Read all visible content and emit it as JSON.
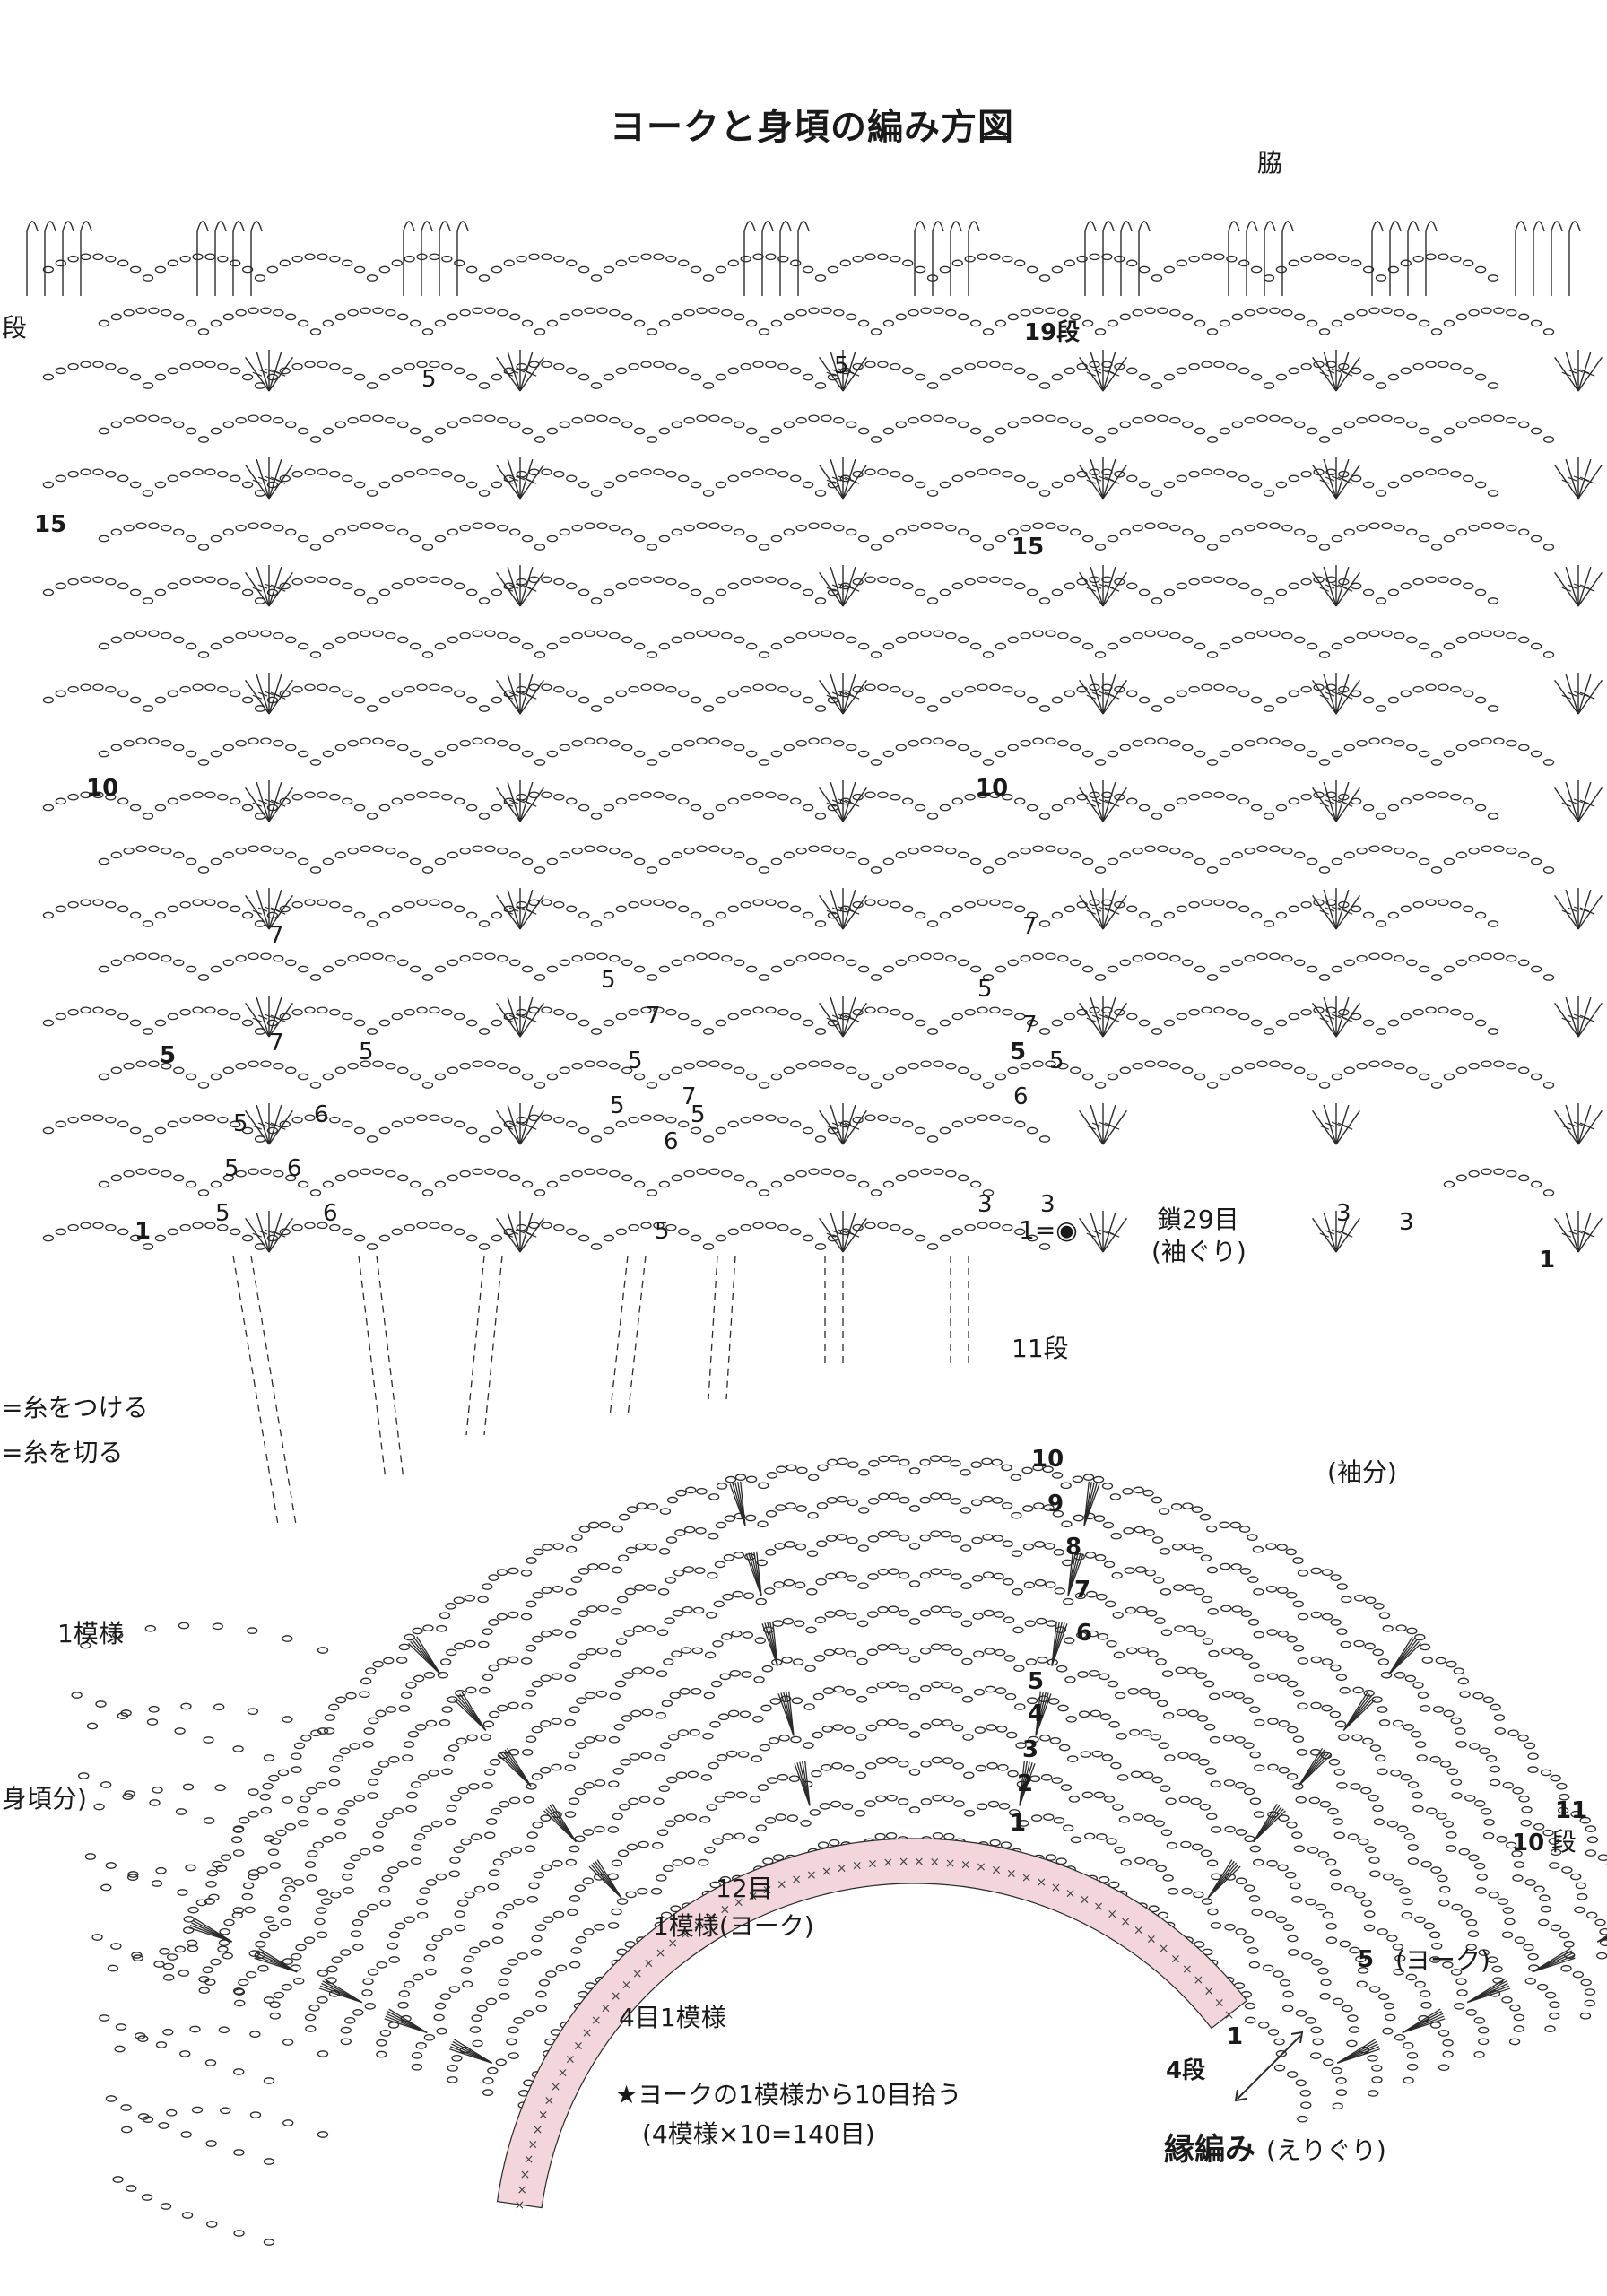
{
  "title": "ヨークと身頃の編み方図",
  "body": {
    "waki": "脇",
    "row_19": "19段",
    "row_15": "15",
    "row_10": "10",
    "row_5": "5",
    "row_1": "1",
    "row_1_right": "1",
    "row_marker_left": "段",
    "left_row_15": "15",
    "left_row_10": "10",
    "left_row_5": "5",
    "left_row_1": "1",
    "armhole_chain": "鎖29目",
    "armhole_name": "(袖ぐり)",
    "start_mark": "1=◉",
    "stitch_labels": [
      "5",
      "5",
      "7",
      "5",
      "7",
      "5",
      "5",
      "6",
      "5",
      "6",
      "5",
      "6",
      "7",
      "5",
      "7",
      "5",
      "5",
      "6",
      "5",
      "3",
      "3",
      "7",
      "5",
      "7",
      "5",
      "6",
      "3",
      "3"
    ]
  },
  "legend": {
    "attach_yarn": "=糸をつける",
    "cut_yarn": "=糸を切る"
  },
  "yoke": {
    "row_11": "11段",
    "rows": [
      "10",
      "9",
      "8",
      "7",
      "6",
      "5",
      "4",
      "3",
      "2",
      "1"
    ],
    "sleeve_part": "(袖分)",
    "body_part": "身頃分)",
    "one_pattern": "1模様",
    "twelve_st": "12目",
    "one_pattern_yoke": "1模様(ヨーク)",
    "four_st_one_pattern": "4目1模様",
    "pickup_note": "★ヨークの1模様から10目拾う",
    "pickup_calc": "(4模様×10=140目)",
    "right_11": "11",
    "right_10": "10",
    "right_dan": "段",
    "yoke_5": "5",
    "yoke_name": "(ヨーク)"
  },
  "edging": {
    "row_1": "1",
    "row_4": "4段",
    "name": "縁編み",
    "neckline": "(えりぐり)"
  }
}
